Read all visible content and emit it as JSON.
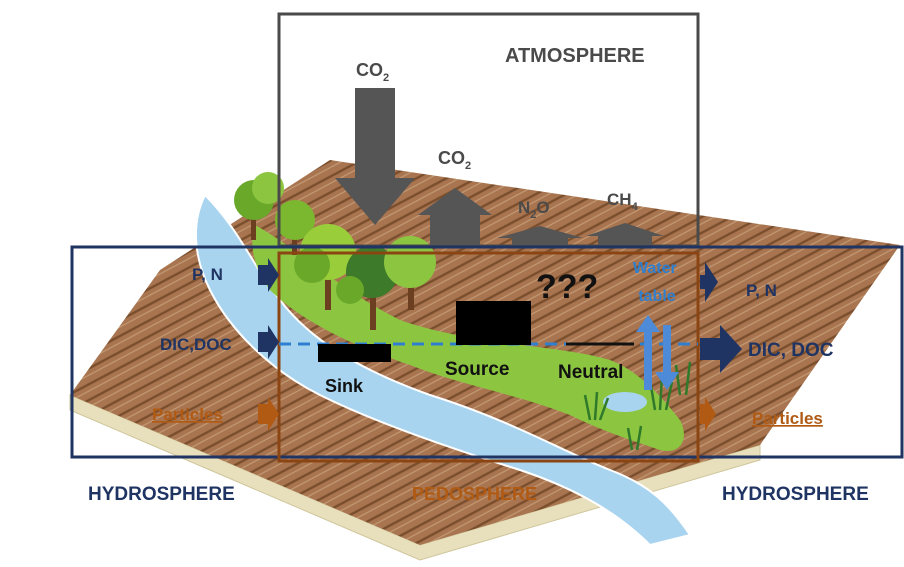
{
  "labels": {
    "atmosphere": "ATMOSPHERE",
    "hydrosphere_left": "HYDROSPHERE",
    "hydrosphere_right": "HYDROSPHERE",
    "pedosphere": "PEDOSPHERE",
    "unknown": "???",
    "water_table_line1": "Water",
    "water_table_line2": "table",
    "sink": "Sink",
    "source": "Source",
    "neutral": "Neutral"
  },
  "gases": {
    "co2_in": {
      "base": "CO",
      "sub": "2"
    },
    "co2_out": {
      "base": "CO",
      "sub": "2"
    },
    "n2o": {
      "pre": "N",
      "sub": "2",
      "post": "O"
    },
    "ch4": {
      "base": "CH",
      "sub": "4"
    }
  },
  "fluxes": {
    "in_nutrients": "P, N",
    "in_carbon": "DIC,DOC",
    "in_particles": "Particles",
    "out_nutrients": "P, N",
    "out_carbon": "DIC, DOC",
    "out_particles": "Particles"
  },
  "colors": {
    "hydrosphere": "#1f3463",
    "pedosphere": "#8b4513",
    "atmosphere": "#4a4a4a",
    "water": "#a8d4ef",
    "water_table": "#2f7fd0",
    "soil": "#a87550",
    "grass": "#8cc640"
  }
}
